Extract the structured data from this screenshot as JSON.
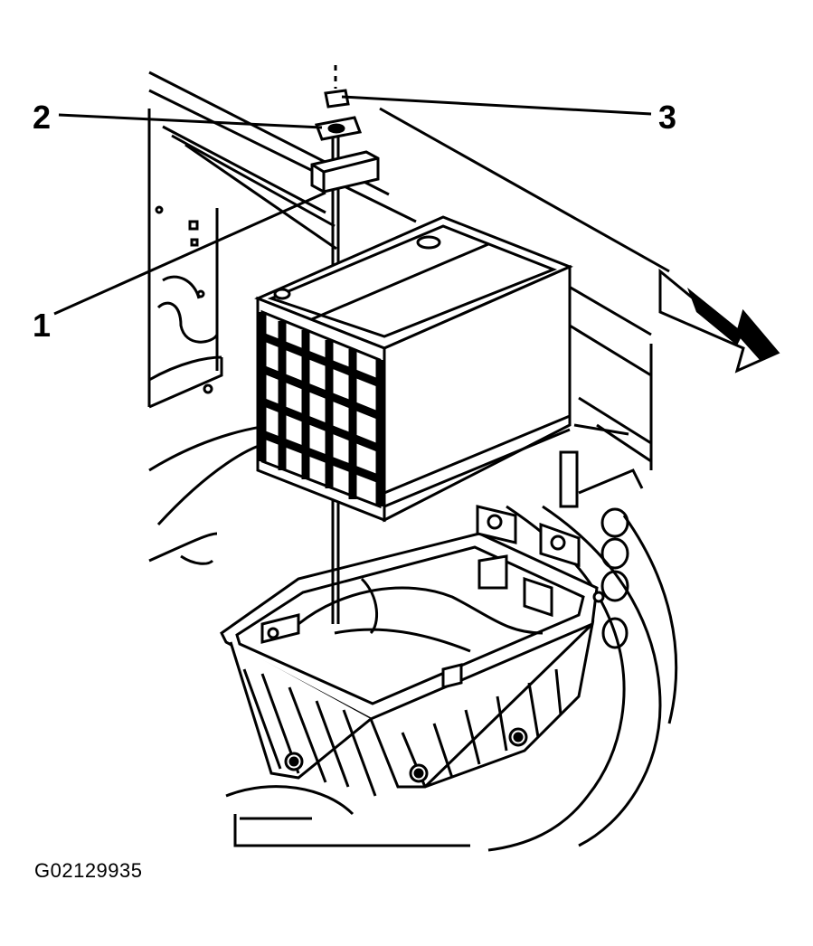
{
  "diagram": {
    "callouts": [
      {
        "id": "1",
        "label": "1"
      },
      {
        "id": "2",
        "label": "2"
      },
      {
        "id": "3",
        "label": "3"
      }
    ],
    "figure_id": "G02129935",
    "line_color": "#000000",
    "background_color": "#ffffff",
    "direction_indicator": "front-of-vehicle-arrow"
  }
}
